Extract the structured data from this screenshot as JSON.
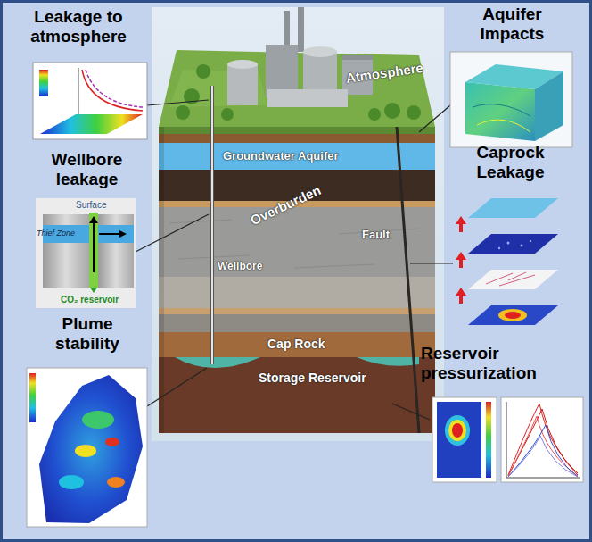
{
  "diagram": {
    "nodes": [
      {
        "text": [
          "Leakage to atmosphere"
        ]
      },
      {
        "text": [
          "Wellbore leakage",
          "Surface",
          "Thief Zone",
          "CO₂ reservoir"
        ]
      },
      {
        "text": [
          "Plume stability"
        ]
      },
      {
        "text": [
          "Aquifer Impacts"
        ]
      },
      {
        "text": [
          "Caprock Leakage"
        ]
      },
      {
        "text": [
          "Reservoir pressurization"
        ]
      }
    ],
    "labels": [
      "Atmosphere",
      "Groundwater Aquifer",
      "Overburden",
      "Wellbore",
      "Fault",
      "Cap Rock",
      "Storage Reservoir"
    ]
  }
}
